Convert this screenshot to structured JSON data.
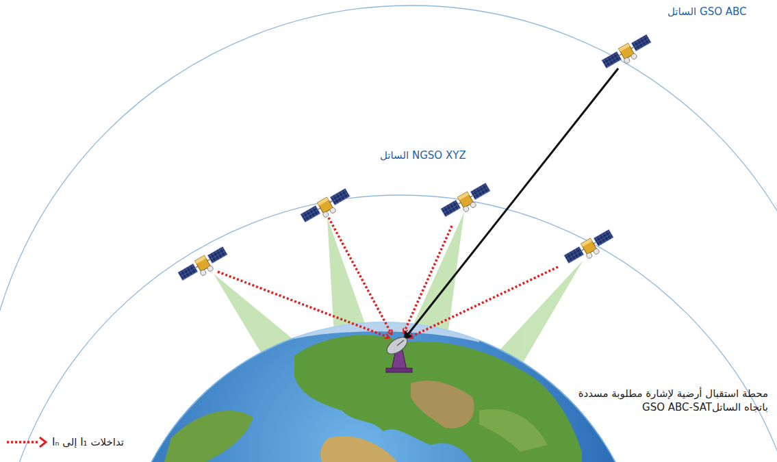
{
  "diagram": {
    "labels": [
      "الساتل GSO ABC",
      "الساتل NGSO XYZ",
      "محطة استقبال أرضية لإشارة مطلوبة مسددة باتجاه الساتلGSO ABC-SAT"
    ],
    "legend": [
      {
        "text": "تداخلات I₁ إلى Iₙ"
      }
    ]
  }
}
